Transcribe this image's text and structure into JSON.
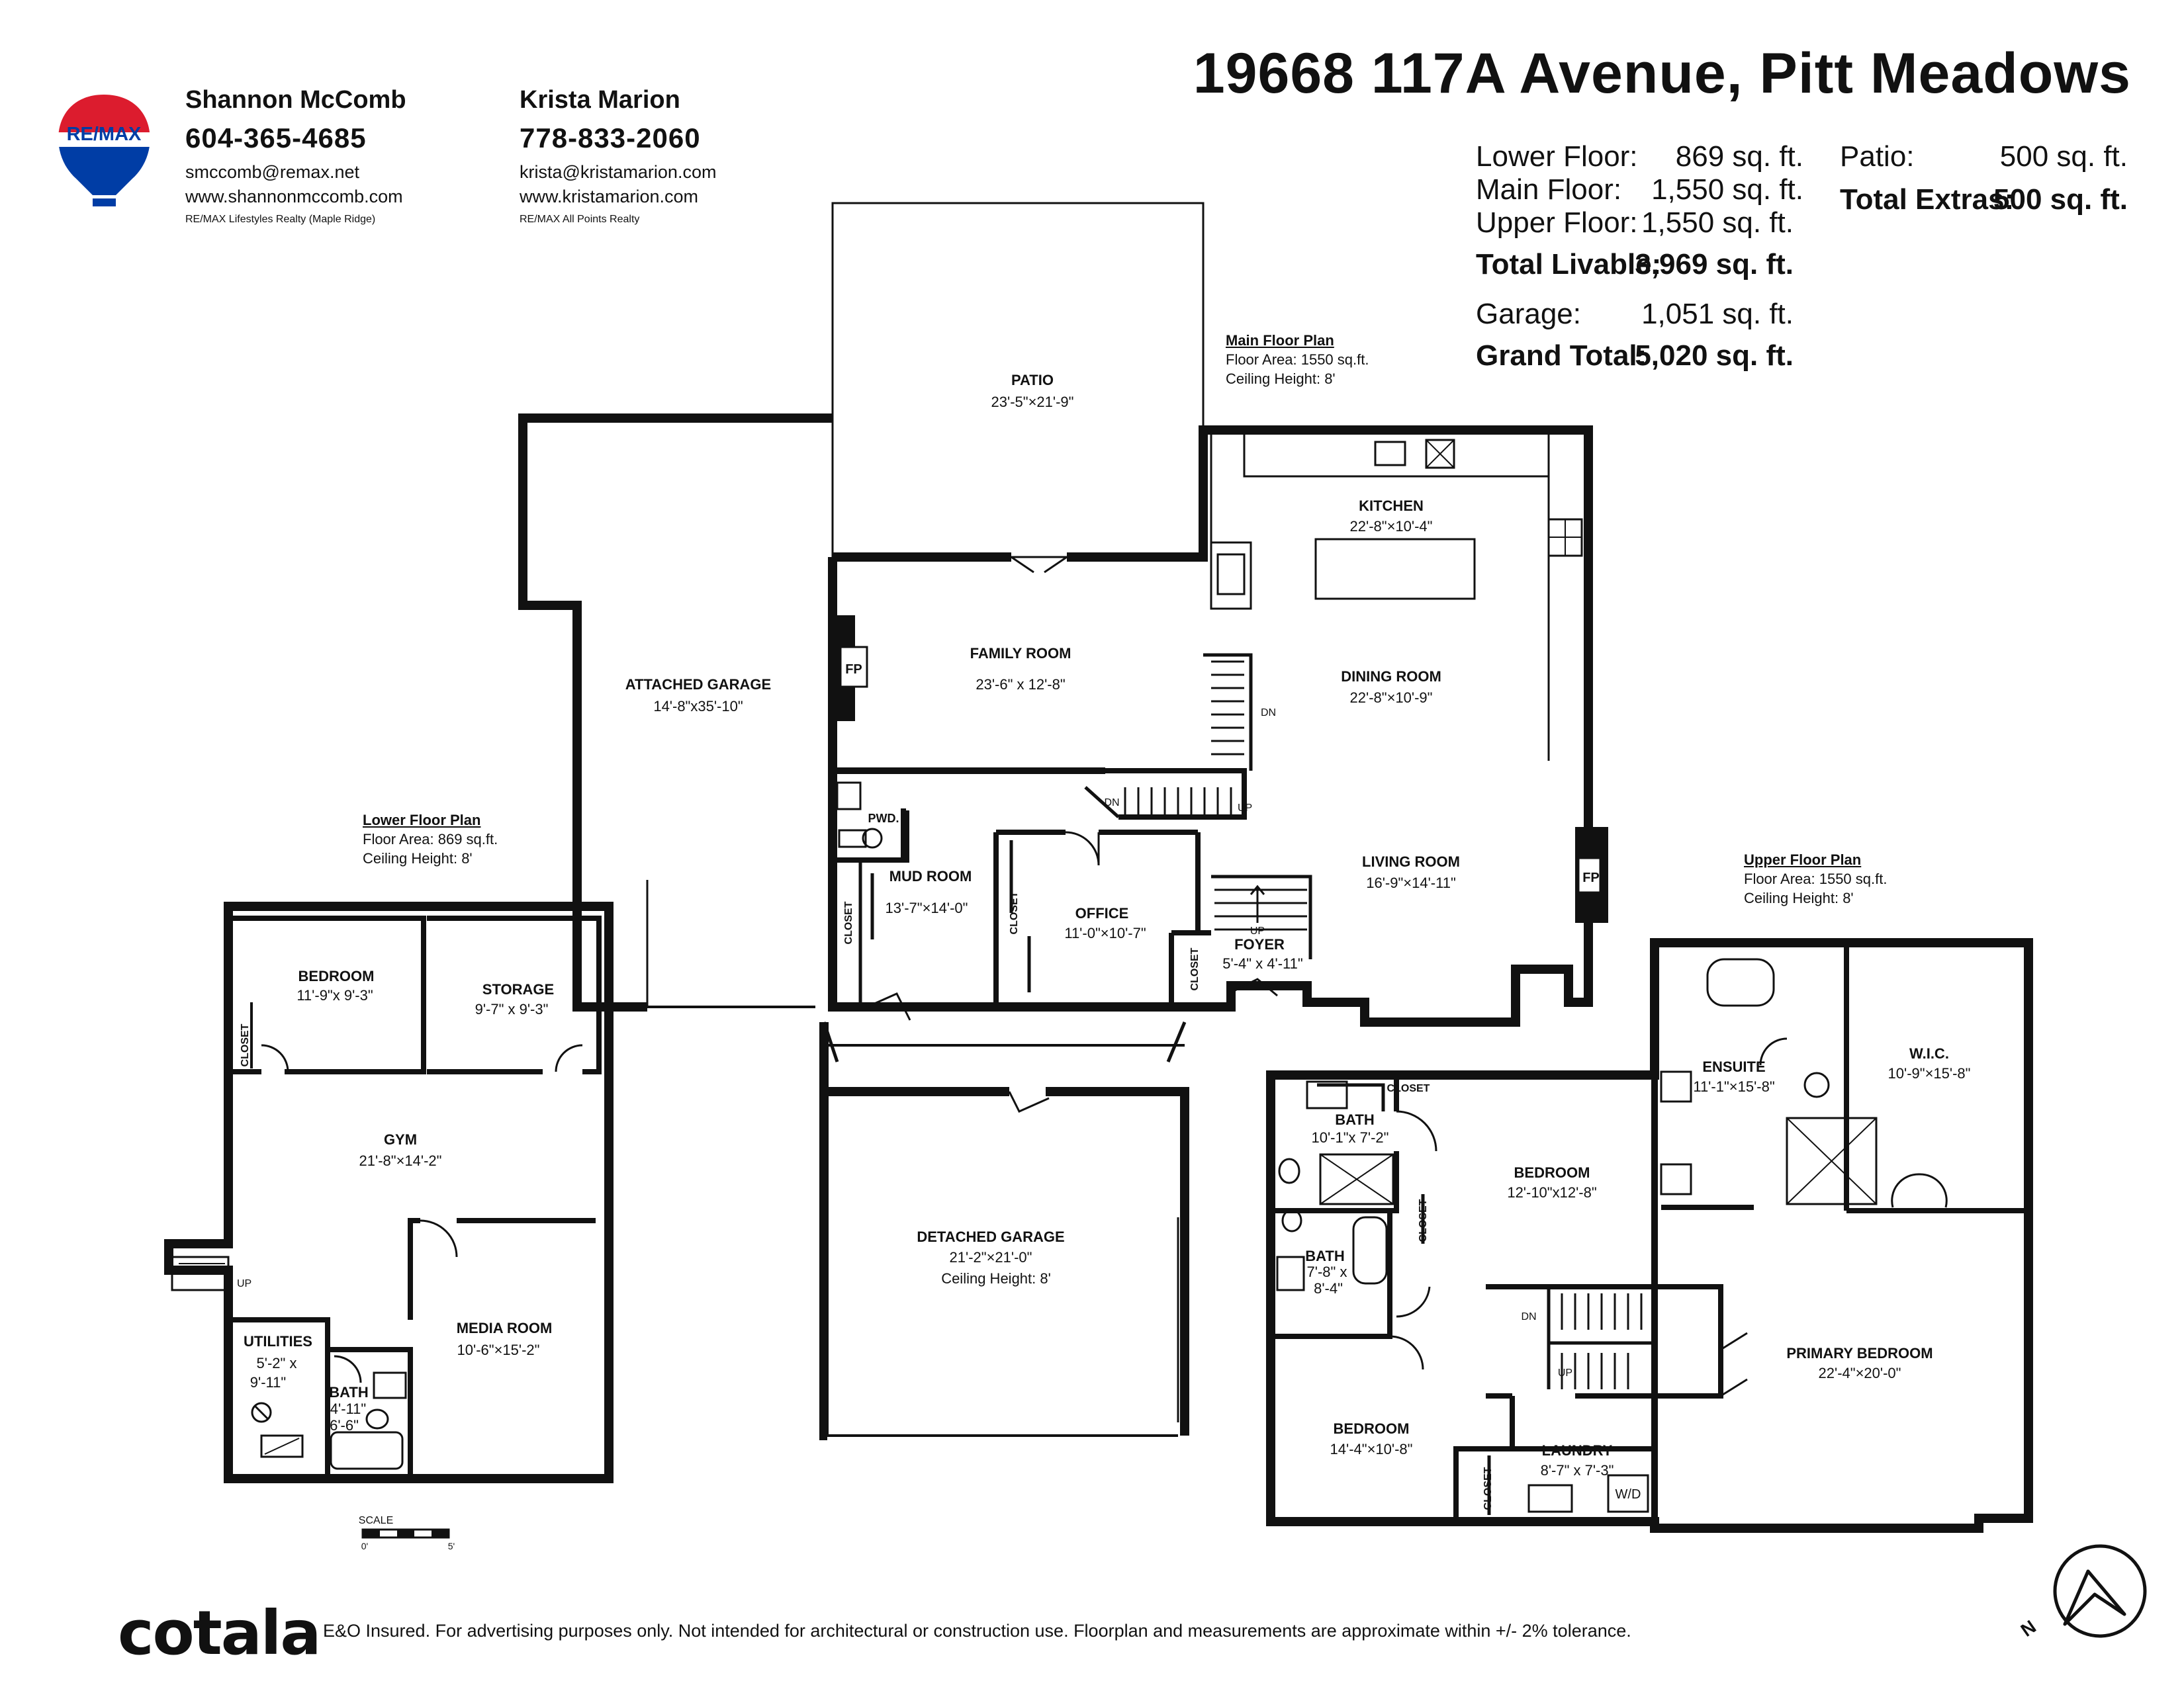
{
  "agents": [
    {
      "name": "Shannon McComb",
      "phone": "604-365-4685",
      "email": "smccomb@remax.net",
      "website": "www.shannonmccomb.com",
      "office": "RE/MAX Lifestyles Realty (Maple Ridge)"
    },
    {
      "name": "Krista Marion",
      "phone": "778-833-2060",
      "email": "krista@kristamarion.com",
      "website": "www.kristamarion.com",
      "office": "RE/MAX All Points Realty"
    }
  ],
  "brand": {
    "logo_text": "RE/MAX",
    "logo_colors": [
      "#dc1c2e",
      "#ffffff",
      "#003da5"
    ],
    "footer_logo": "cotala"
  },
  "title": "19668 117A Avenue, Pitt Meadows",
  "summary": {
    "rows": [
      {
        "label": "Lower Floor:",
        "value": "869 sq. ft."
      },
      {
        "label": "Main Floor:",
        "value": "1,550 sq. ft."
      },
      {
        "label": "Upper Floor:",
        "value": "1,550 sq. ft."
      }
    ],
    "total_livable": {
      "label": "Total Livable:",
      "value": "3,969 sq. ft."
    },
    "garage": {
      "label": "Garage:",
      "value": "1,051 sq. ft."
    },
    "grand_total": {
      "label": "Grand Total:",
      "value": "5,020 sq. ft."
    },
    "patio": {
      "label": "Patio:",
      "value": "500 sq. ft."
    },
    "total_extras": {
      "label": "Total Extras:",
      "value": "500 sq. ft."
    }
  },
  "floor_plans": {
    "main": {
      "title": "Main Floor Plan",
      "area": "Floor Area: 1550 sq.ft.",
      "ceiling": "Ceiling Height: 8'"
    },
    "lower": {
      "title": "Lower Floor Plan",
      "area": "Floor Area: 869 sq.ft.",
      "ceiling": "Ceiling Height: 8'"
    },
    "upper": {
      "title": "Upper Floor Plan",
      "area": "Floor Area: 1550 sq.ft.",
      "ceiling": "Ceiling Height: 8'"
    }
  },
  "rooms": {
    "patio": {
      "name": "PATIO",
      "dims": "23'-5\"×21'-9\""
    },
    "attached_garage": {
      "name": "ATTACHED GARAGE",
      "dims": "14'-8\"x35'-10\""
    },
    "family_room": {
      "name": "FAMILY ROOM",
      "dims": "23'-6\" x 12'-8\""
    },
    "kitchen": {
      "name": "KITCHEN",
      "dims": "22'-8\"×10'-4\""
    },
    "dining_room": {
      "name": "DINING ROOM",
      "dims": "22'-8\"×10'-9\""
    },
    "living_room": {
      "name": "LIVING ROOM",
      "dims": "16'-9\"×14'-11\""
    },
    "mud_room": {
      "name": "MUD ROOM",
      "dims": "13'-7\"×14'-0\""
    },
    "office": {
      "name": "OFFICE",
      "dims": "11'-0\"×10'-7\""
    },
    "foyer": {
      "name": "FOYER",
      "dims": "5'-4\" x 4'-11\""
    },
    "pwd": {
      "name": "PWD."
    },
    "detached_garage": {
      "name": "DETACHED GARAGE",
      "dims": "21'-2\"×21'-0\"",
      "ceiling": "Ceiling Height: 8'"
    },
    "lower_bedroom": {
      "name": "BEDROOM",
      "dims": "11'-9\"x 9'-3\""
    },
    "storage": {
      "name": "STORAGE",
      "dims": "9'-7\" x 9'-3\""
    },
    "gym": {
      "name": "GYM",
      "dims": "21'-8\"×14'-2\""
    },
    "media_room": {
      "name": "MEDIA ROOM",
      "dims": "10'-6\"×15'-2\""
    },
    "utilities": {
      "name": "UTILITIES",
      "dims1": "5'-2\" x",
      "dims2": "9'-11\""
    },
    "lower_bath": {
      "name": "BATH",
      "dims1": "4'-11\"",
      "dims2": "6'-6\""
    },
    "upper_bath1": {
      "name": "BATH",
      "dims": "10'-1\"x 7'-2\""
    },
    "upper_bath2": {
      "name": "BATH",
      "dims1": "7'-8\" x",
      "dims2": "8'-4\""
    },
    "upper_bedroom1": {
      "name": "BEDROOM",
      "dims": "12'-10\"x12'-8\""
    },
    "upper_bedroom2": {
      "name": "BEDROOM",
      "dims": "14'-4\"×10'-8\""
    },
    "laundry": {
      "name": "LAUNDRY",
      "dims": "8'-7\" x 7'-3\""
    },
    "ensuite": {
      "name": "ENSUITE",
      "dims": "11'-1\"×15'-8\""
    },
    "wic": {
      "name": "W.I.C.",
      "dims": "10'-9\"×15'-8\""
    },
    "primary_bedroom": {
      "name": "PRIMARY BEDROOM",
      "dims": "22'-4\"×20'-0\""
    }
  },
  "labels": {
    "closet": "CLOSET",
    "fp": "FP",
    "up": "UP",
    "dn": "DN",
    "wd": "W/D"
  },
  "scale": {
    "label": "SCALE",
    "min": "0'",
    "max": "5'"
  },
  "compass": {
    "label": "N"
  },
  "disclaimer": "E&O Insured. For advertising purposes only. Not intended for architectural or construction use. Floorplan and measurements are approximate within +/- 2% tolerance."
}
